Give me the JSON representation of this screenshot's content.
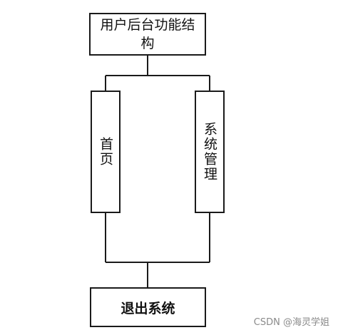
{
  "diagram": {
    "top_node": {
      "label": "用户后台功能结构"
    },
    "branch_left": {
      "label": "首页"
    },
    "branch_right": {
      "label": "系统管理"
    },
    "bottom_node": {
      "label": "退出系统"
    }
  },
  "watermark": {
    "text": "CSDN @海灵学姐"
  }
}
